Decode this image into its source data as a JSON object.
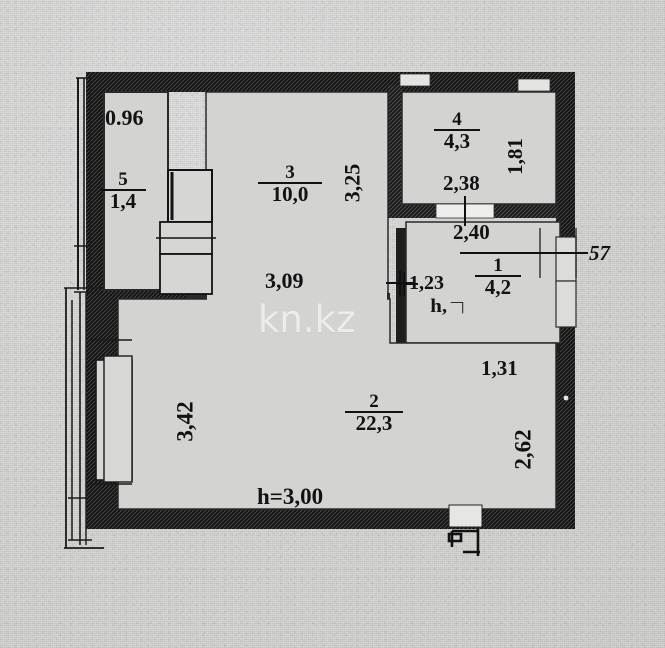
{
  "document": {
    "type": "apartment-floor-plan",
    "watermark": "kn.kz",
    "background_color": "#d7d7d5",
    "ink_color": "#111111"
  },
  "rooms": [
    {
      "id": "room-1",
      "number": "1",
      "area": "4,2",
      "kind": "bathroom"
    },
    {
      "id": "room-2",
      "number": "2",
      "area": "22,3",
      "kind": "living-room"
    },
    {
      "id": "room-3",
      "number": "3",
      "area": "10,0",
      "kind": "bedroom"
    },
    {
      "id": "room-4",
      "number": "4",
      "area": "4,3",
      "kind": "kitchen"
    },
    {
      "id": "room-5",
      "number": "5",
      "area": "1,4",
      "kind": "balcony"
    }
  ],
  "dimensions": {
    "balcony_width_top": "0.96",
    "room3_width_bottom": "3,09",
    "room3_height_right": "3,25",
    "room4_width_bottom": "2,38",
    "room4_height_right": "1,81",
    "corridor_width": "2,40",
    "room1_width_left": "1,23",
    "room1_width_bottom": "1,31",
    "room2_height_left": "3,42",
    "room2_height_right": "2,62",
    "ceiling_height": "h=3,00",
    "marker_right": "57"
  }
}
